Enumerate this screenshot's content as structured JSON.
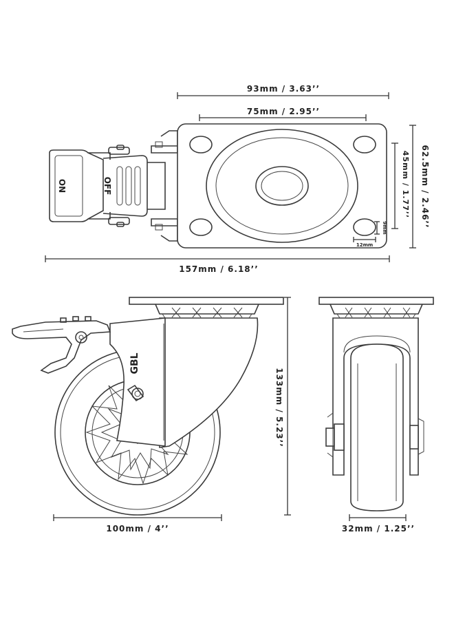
{
  "dimensions": {
    "top_width_outer": "93mm / 3.63’’",
    "top_width_inner": "75mm / 2.95’’",
    "total_length": "157mm / 6.18’’",
    "plate_height_outer": "62.5mm / 2.46’’",
    "plate_height_inner": "45mm / 1.77’’",
    "hole_diameter": "9mm",
    "hole_offset": "12mm",
    "total_height": "133mm / 5.23’’",
    "wheel_diameter": "100mm / 4’’",
    "wheel_width": "32mm / 1.25’’"
  },
  "brake_labels": {
    "on": "ON",
    "off": "OFF"
  },
  "brand_mark": "GBL"
}
